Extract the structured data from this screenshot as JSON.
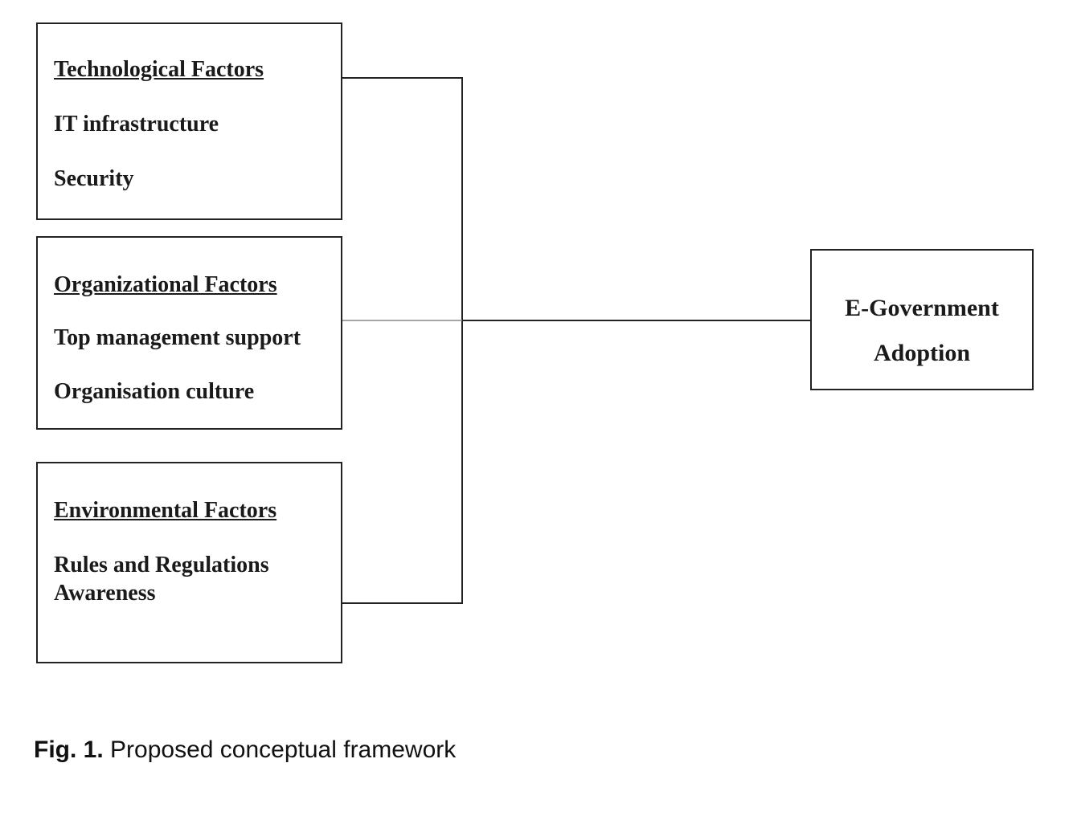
{
  "technological": {
    "title": "Technological Factors",
    "items": [
      "IT infrastructure",
      "Security"
    ]
  },
  "organizational": {
    "title": "Organizational Factors",
    "items": [
      "Top management support",
      "Organisation culture"
    ]
  },
  "environmental": {
    "title": "Environmental Factors",
    "items": [
      "Rules and Regulations",
      "Awareness"
    ]
  },
  "outcome": {
    "line1": "E-Government",
    "line2": "Adoption"
  },
  "caption": {
    "label": "Fig. 1.",
    "text": "Proposed conceptual framework"
  }
}
